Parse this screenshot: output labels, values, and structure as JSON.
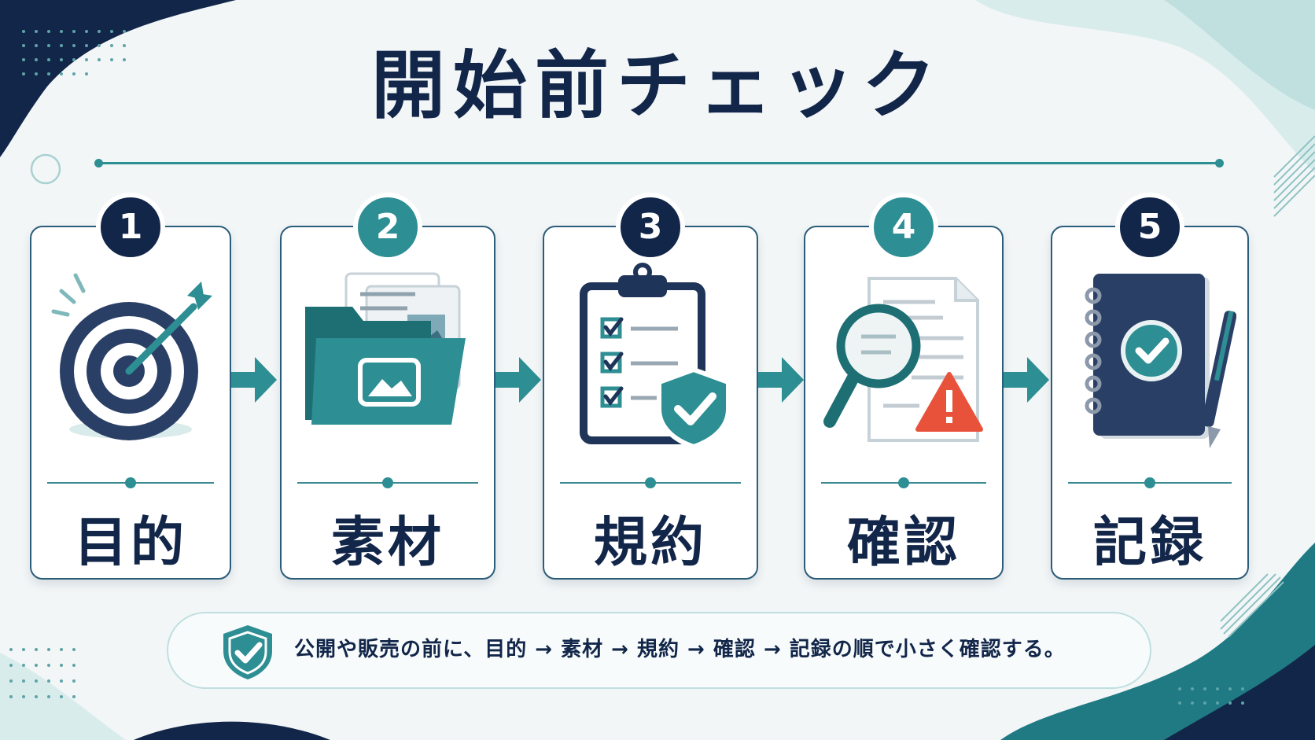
{
  "title": "開始前チェック",
  "steps": [
    {
      "number": "1",
      "label": "目的",
      "icon": "target-arrow-icon"
    },
    {
      "number": "2",
      "label": "素材",
      "icon": "folder-files-icon"
    },
    {
      "number": "3",
      "label": "規約",
      "icon": "clipboard-shield-icon"
    },
    {
      "number": "4",
      "label": "確認",
      "icon": "document-magnifier-warning-icon"
    },
    {
      "number": "5",
      "label": "記録",
      "icon": "notebook-pen-icon"
    }
  ],
  "summary": {
    "text": "公開や販売の前に、目的 → 素材 → 規約 → 確認 → 記録の順で小さく確認する。",
    "icon": "shield-check-icon"
  },
  "colors": {
    "navy": "#12264a",
    "teal": "#2d8e93",
    "warning": "#e8523a"
  }
}
